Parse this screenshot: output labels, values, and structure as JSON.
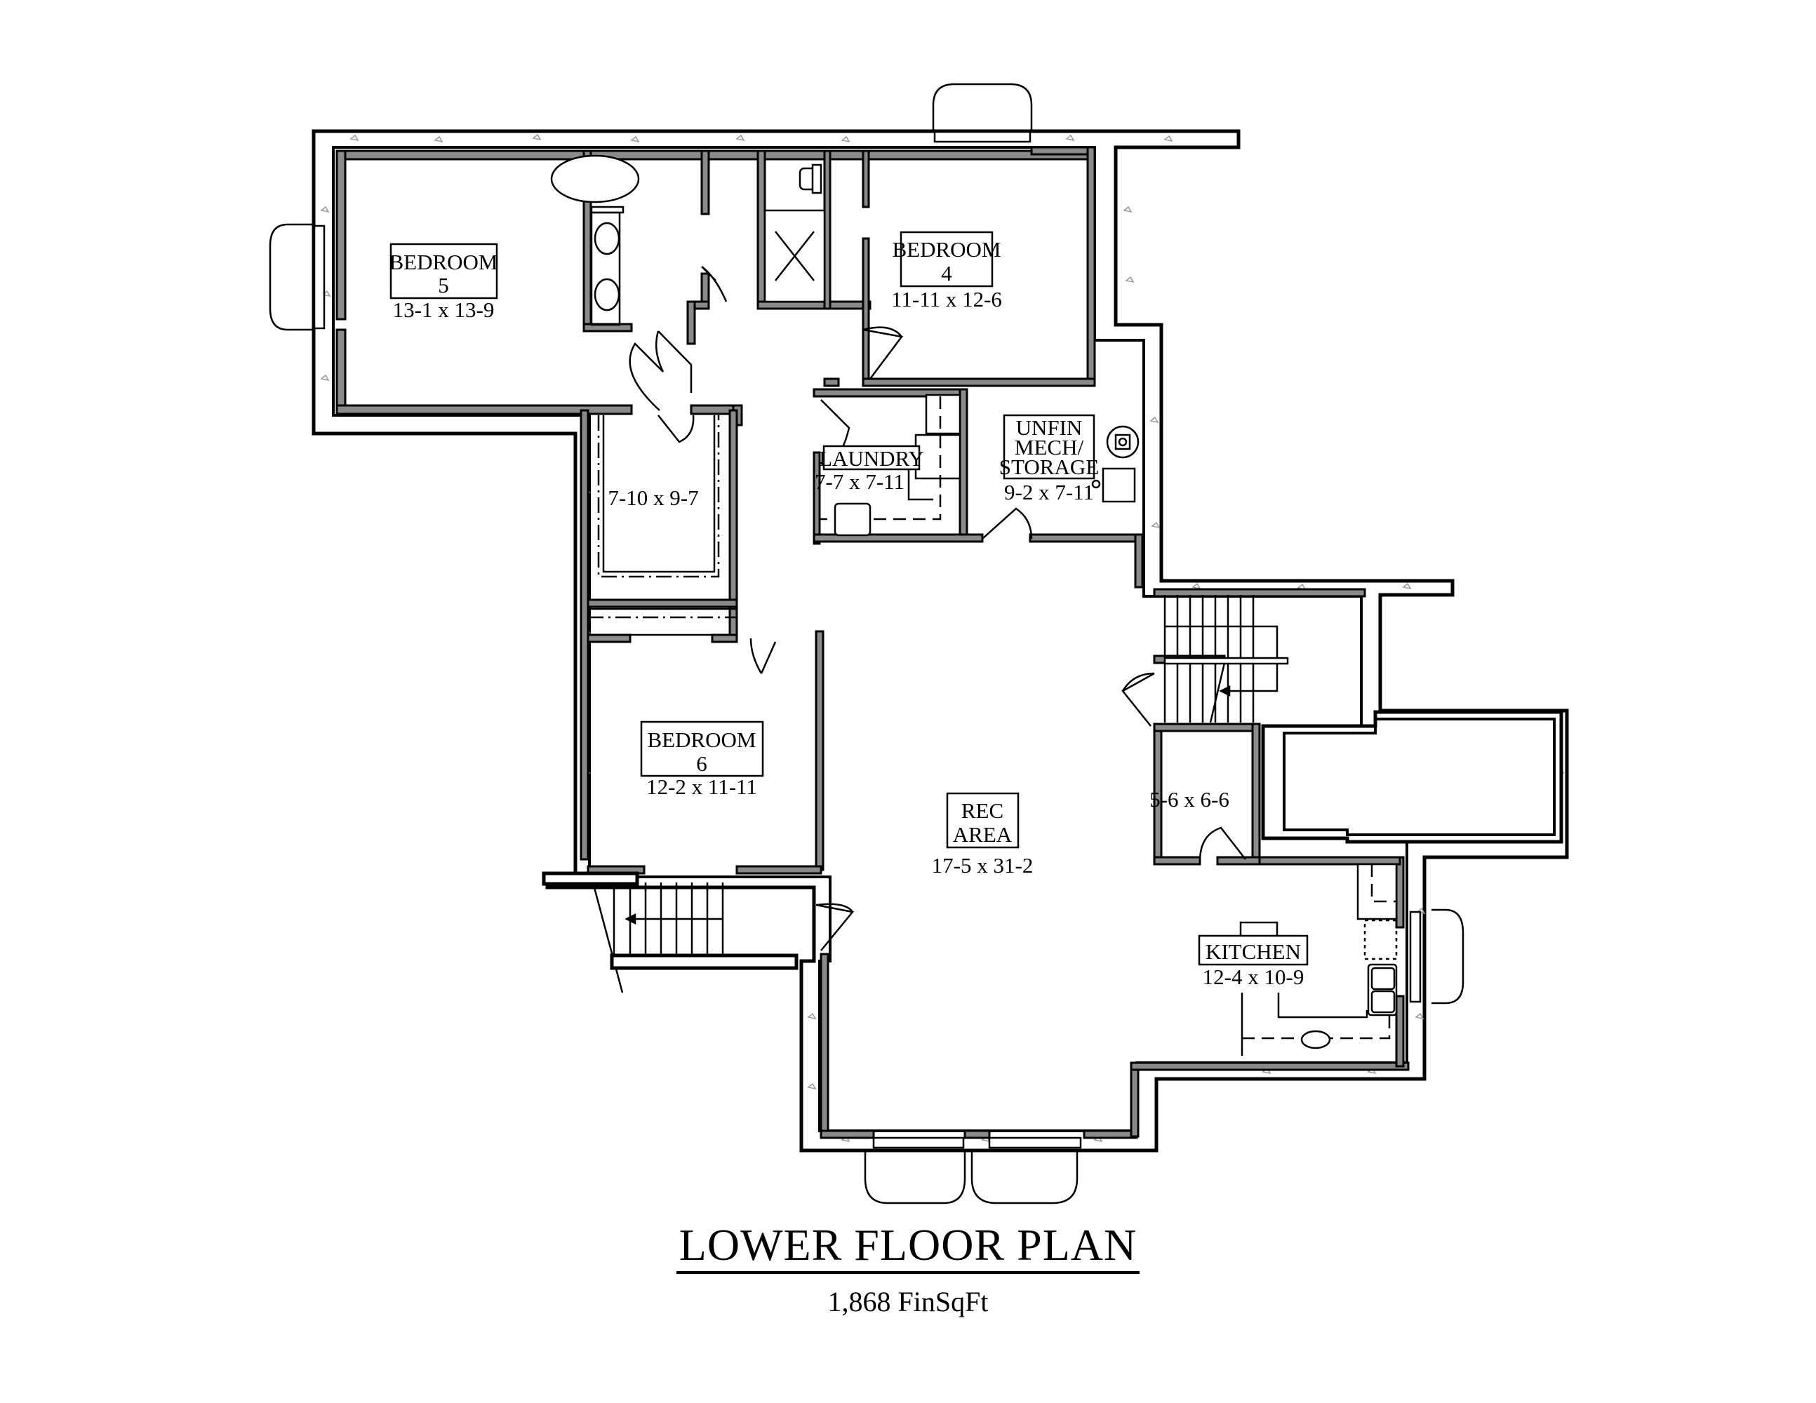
{
  "plan": {
    "title": "LOWER FLOOR PLAN",
    "finished_area": "1,868 FinSqFt"
  },
  "rooms": [
    {
      "id": "bedroom-5",
      "name_line1": "BEDROOM",
      "name_line2": "5",
      "dims": "13-1 x 13-9"
    },
    {
      "id": "bedroom-4",
      "name_line1": "BEDROOM",
      "name_line2": "4",
      "dims": "11-11 x 12-6"
    },
    {
      "id": "laundry",
      "name_line1": "LAUNDRY",
      "dims": "7-7 x 7-11"
    },
    {
      "id": "unfin-mech-storage",
      "name_line1": "UNFIN",
      "name_line2": "MECH/",
      "name_line3": "STORAGE",
      "dims": "9-2 x 7-11"
    },
    {
      "id": "closet-7-10",
      "dims": "7-10 x 9-7"
    },
    {
      "id": "bedroom-6",
      "name_line1": "BEDROOM",
      "name_line2": "6",
      "dims": "12-2 x 11-11"
    },
    {
      "id": "rec-area",
      "name_line1": "REC",
      "name_line2": "AREA",
      "dims": "17-5 x 31-2"
    },
    {
      "id": "closet-5-6",
      "dims": "5-6 x 6-6"
    },
    {
      "id": "kitchen",
      "name_line1": "KITCHEN",
      "dims": "12-4 x 10-9"
    }
  ],
  "symbols": {
    "bathtub": "bathtub-icon",
    "sinks": "double-vanity-sink-icon",
    "toilet": "toilet-icon",
    "shower": "shower-icon",
    "washer": "washer-icon",
    "dryer": "dryer-icon",
    "laundry_sink": "utility-sink-icon",
    "water_heater": "water-heater-icon",
    "furnace": "furnace-icon",
    "kitchen_sink": "kitchen-sink-icon",
    "stairs": "stairs-icon",
    "egress_window_wells": "window-well-icon"
  }
}
